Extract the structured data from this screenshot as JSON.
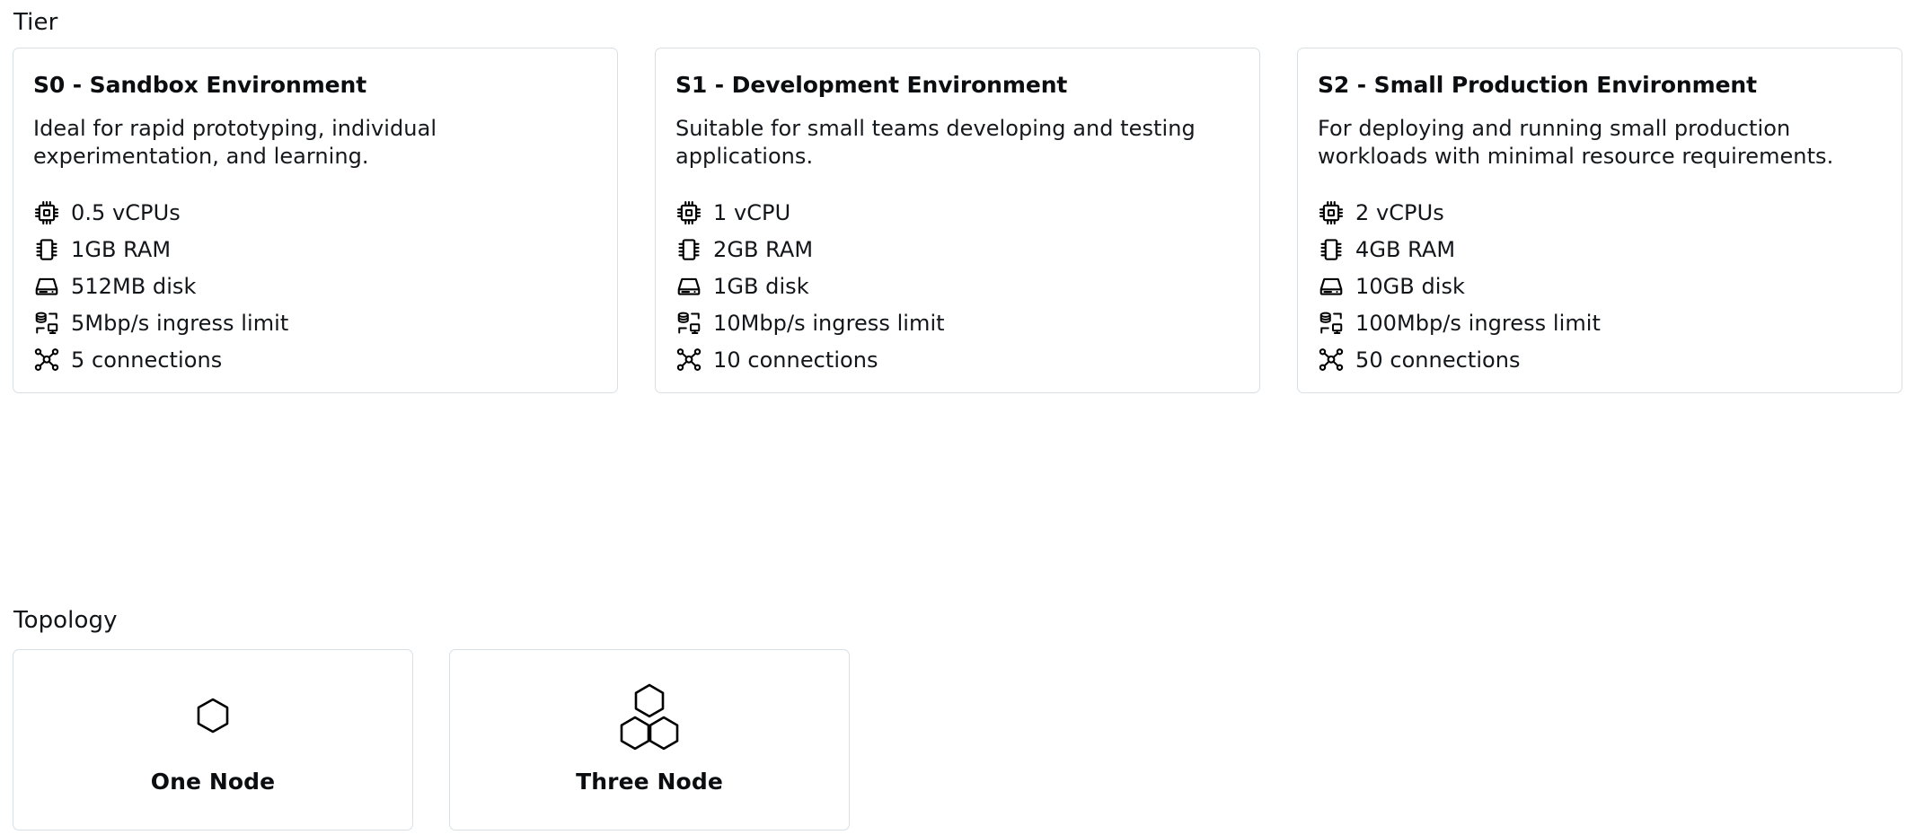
{
  "sections": {
    "tier": {
      "label": "Tier"
    },
    "topology": {
      "label": "Topology"
    }
  },
  "theme": {
    "background": "#ffffff",
    "card_border": "#d9e0e4",
    "text_primary": "#0b0d10",
    "text_body": "#15181c",
    "icon_color": "#000000"
  },
  "tiers": [
    {
      "title": "S0 - Sandbox Environment",
      "description": "Ideal for rapid prototyping, individual experimentation, and learning.",
      "specs": [
        {
          "icon": "cpu-icon",
          "text": "0.5 vCPUs"
        },
        {
          "icon": "memory-icon",
          "text": "1GB RAM"
        },
        {
          "icon": "hard-drive-icon",
          "text": "512MB disk"
        },
        {
          "icon": "network-ingress-icon",
          "text": "5Mbp/s ingress limit"
        },
        {
          "icon": "connections-icon",
          "text": "5 connections"
        }
      ]
    },
    {
      "title": "S1 - Development Environment",
      "description": "Suitable for small teams developing and testing applications.",
      "specs": [
        {
          "icon": "cpu-icon",
          "text": "1 vCPU"
        },
        {
          "icon": "memory-icon",
          "text": "2GB RAM"
        },
        {
          "icon": "hard-drive-icon",
          "text": "1GB disk"
        },
        {
          "icon": "network-ingress-icon",
          "text": "10Mbp/s ingress limit"
        },
        {
          "icon": "connections-icon",
          "text": "10 connections"
        }
      ]
    },
    {
      "title": "S2 - Small Production Environment",
      "description": "For deploying and running small production workloads with minimal resource requirements.",
      "specs": [
        {
          "icon": "cpu-icon",
          "text": "2 vCPUs"
        },
        {
          "icon": "memory-icon",
          "text": "4GB RAM"
        },
        {
          "icon": "hard-drive-icon",
          "text": "10GB disk"
        },
        {
          "icon": "network-ingress-icon",
          "text": "100Mbp/s ingress limit"
        },
        {
          "icon": "connections-icon",
          "text": "50 connections"
        }
      ]
    }
  ],
  "topologies": [
    {
      "label": "One Node",
      "icon": "single-hexagon-icon"
    },
    {
      "label": "Three Node",
      "icon": "triple-hexagon-icon"
    }
  ]
}
